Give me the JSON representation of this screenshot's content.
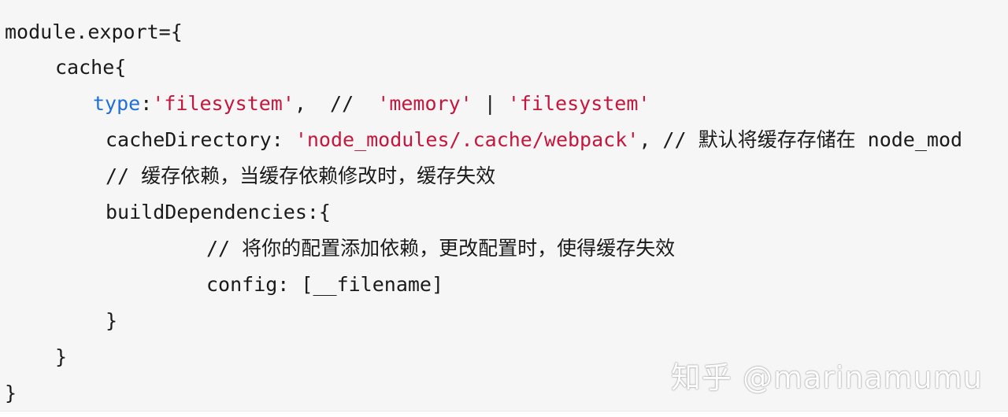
{
  "code": {
    "line1": {
      "text": "module.export={"
    },
    "line2": {
      "text": "cache{"
    },
    "line3": {
      "key": "type",
      "colon": ":",
      "value": "'filesystem'",
      "sep": ",  //  ",
      "opt1": "'memory'",
      "pipe": " | ",
      "opt2": "'filesystem'"
    },
    "line4": {
      "key": "cacheDirectory: ",
      "value": "'node_modules/.cache/webpack'",
      "comment": ", // 默认将缓存存储在 node_mod"
    },
    "line5": {
      "text": "// 缓存依赖，当缓存依赖修改时，缓存失效"
    },
    "line6": {
      "text": "buildDependencies:{"
    },
    "line7": {
      "text": "// 将你的配置添加依赖，更改配置时，使得缓存失效"
    },
    "line8": {
      "text": "config: [__filename]"
    },
    "line9": {
      "text": "}"
    },
    "line10": {
      "text": "}"
    },
    "line11": {
      "text": "}"
    }
  },
  "watermark": {
    "text": "知乎 @marinamumu"
  },
  "colors": {
    "keyword": "#1e6fd9",
    "string": "#c4173d",
    "text": "#1a1a1a",
    "background": "#f6f6f6"
  }
}
